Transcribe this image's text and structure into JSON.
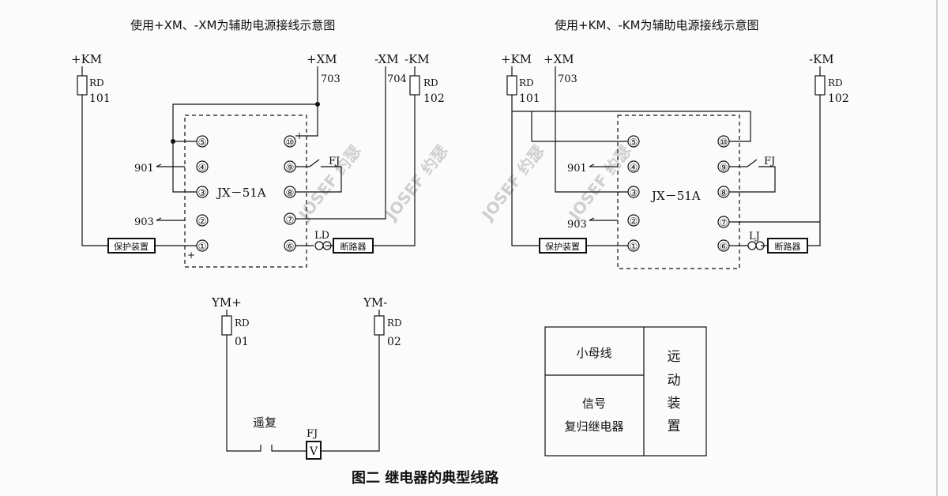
{
  "figure_caption": "图二   继电器的典型线路",
  "left": {
    "title": "使用+XM、-XM为辅助电源接线示意图",
    "km_pos": "+KM",
    "km_neg": "-KM",
    "xm_pos": "+XM",
    "xm_neg": "-XM",
    "fuse_label": "RD",
    "fuse1_num": "101",
    "fuse2_num": "102",
    "wire_703": "703",
    "wire_704": "704",
    "wire_901": "901",
    "wire_903": "903",
    "relay_model": "JX－51A",
    "fj_label": "FJ",
    "lamp_label": "LD",
    "plus_sign": "+",
    "protection_device": "保护装置",
    "breaker": "断路器",
    "terminals": [
      "①",
      "②",
      "③",
      "④",
      "⑤",
      "⑥",
      "⑦",
      "⑧",
      "⑨",
      "⑩"
    ]
  },
  "right": {
    "title": "使用+KM、-KM为辅助电源接线示意图",
    "km_pos": "+KM",
    "km_neg": "-KM",
    "xm_pos": "+XM",
    "fuse_label": "RD",
    "fuse1_num": "101",
    "fuse2_num": "102",
    "wire_703": "703",
    "wire_901": "901",
    "wire_903": "903",
    "relay_model": "JX－51A",
    "fj_label": "FJ",
    "lamp_label": "LJ",
    "protection_device": "保护装置",
    "breaker": "断路器",
    "terminals": [
      "①",
      "②",
      "③",
      "④",
      "⑤",
      "⑥",
      "⑦",
      "⑧",
      "⑨",
      "⑩"
    ]
  },
  "bottom": {
    "ym_pos": "YM+",
    "ym_neg": "YM-",
    "fuse_label": "RD",
    "fuse1_num": "01",
    "fuse2_num": "02",
    "remote_reset": "遥复",
    "fj_label": "FJ",
    "coil_label": "V"
  },
  "legend_box": {
    "cell1": "小母线",
    "cell2_line1": "信号",
    "cell2_line2": "复归继电器",
    "cell3": [
      "远",
      "动",
      "装",
      "置"
    ]
  },
  "watermark": "JOSEF 约瑟"
}
